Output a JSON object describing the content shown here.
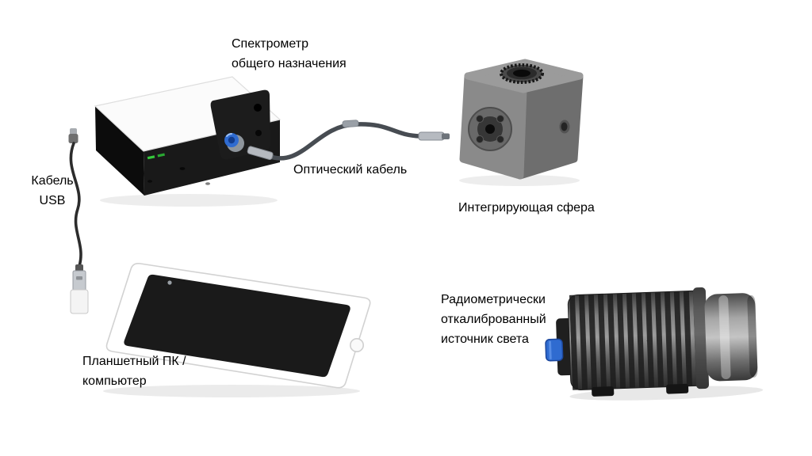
{
  "diagram": {
    "type": "equipment-connection-diagram",
    "labels": {
      "spectrometer": "Спектрометр\nобщего назначения",
      "optical_cable": "Оптический кабель",
      "integrating_sphere": "Интегрирующая сфера",
      "usb_cable": "Кабель\nUSB",
      "tablet": "Планшетный ПК /\nкомпьютер",
      "light_source": "Радиометрически\nоткалиброванный\nисточник света"
    },
    "components": [
      "general-purpose-spectrometer",
      "optical-cable",
      "integrating-sphere",
      "usb-cable",
      "tablet-computer",
      "radiometrically-calibrated-light-source"
    ],
    "colors": {
      "background": "#ffffff",
      "text": "#000000",
      "fiber_connector_blue": "#2f6bd0",
      "spectrometer_body": "#121212",
      "spectrometer_top": "#fbfbfb",
      "sphere_gray": "#8a8a8a",
      "light_source_fin": "#1d1d1d"
    }
  }
}
